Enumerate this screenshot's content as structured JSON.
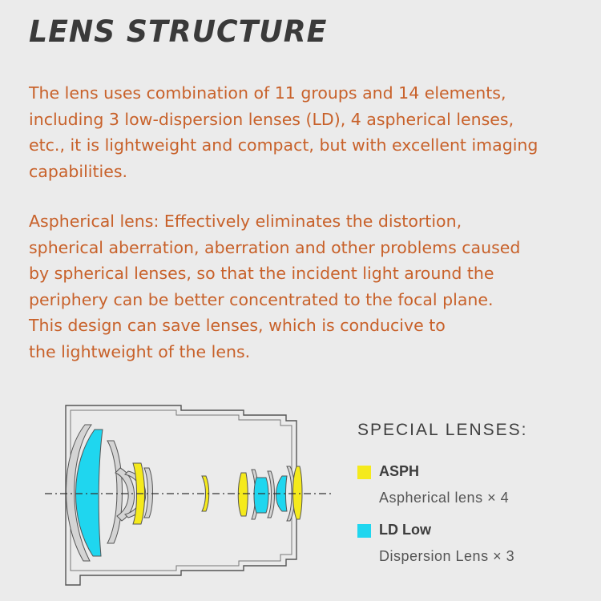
{
  "title": "LENS STRUCTURE",
  "paragraph1": "The lens uses combination of 11 groups and 14 elements,\nincluding 3 low-dispersion lenses (LD), 4 aspherical lenses,\netc., it is lightweight and compact, but with excellent imaging\ncapabilities.",
  "paragraph2": "Aspherical lens: Effectively eliminates the distortion,\nspherical aberration, aberration and other problems caused\nby spherical lenses, so that the incident light around the\nperiphery can be better concentrated to the focal plane.\nThis design can save lenses, which is conducive to\nthe lightweight of the lens.",
  "legend": {
    "heading": "SPECIAL LENSES:",
    "items": [
      {
        "label": "ASPH",
        "description": "Aspherical lens × 4",
        "color": "#f5ea1c"
      },
      {
        "label": "LD Low",
        "description": "Dispersion Lens × 3",
        "color": "#1fd6ef"
      }
    ]
  },
  "colors": {
    "background": "#ebebeb",
    "title": "#3a3a3a",
    "body_text": "#c8612a",
    "outline": "#555555",
    "plain_glass": "#d4d4d4"
  }
}
